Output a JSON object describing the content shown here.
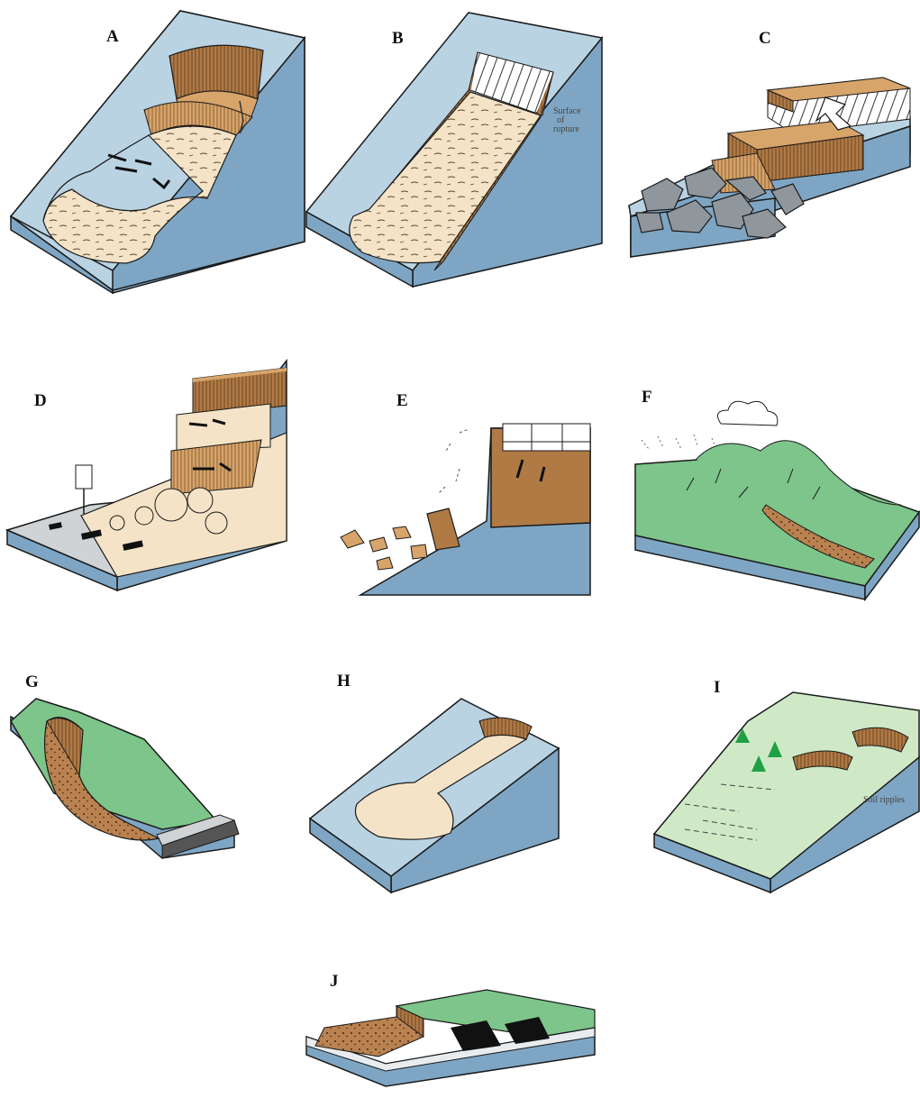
{
  "panels": [
    {
      "id": "A",
      "label": "A"
    },
    {
      "id": "B",
      "label": "B"
    },
    {
      "id": "C",
      "label": "C"
    },
    {
      "id": "D",
      "label": "D"
    },
    {
      "id": "E",
      "label": "E"
    },
    {
      "id": "F",
      "label": "F"
    },
    {
      "id": "G",
      "label": "G"
    },
    {
      "id": "H",
      "label": "H"
    },
    {
      "id": "I",
      "label": "I"
    },
    {
      "id": "J",
      "label": "J"
    }
  ],
  "annotations": {
    "B_surface_line1": "Surface",
    "B_surface_line2": "of",
    "B_surface_line3": "rupture",
    "I_soil_ripples": "Soil ripples"
  },
  "colors": {
    "slope_face": "#b9d3e3",
    "slope_side": "#7ea6c4",
    "outline": "#1a1a1a",
    "debris": "#f4e3c6",
    "scarp": "#b07a45",
    "scarp_light": "#d7a46a",
    "grass": "#7dc58a",
    "grass_light": "#cfe9c6",
    "rock": "#8f969c",
    "road": "#cfd3d6"
  }
}
